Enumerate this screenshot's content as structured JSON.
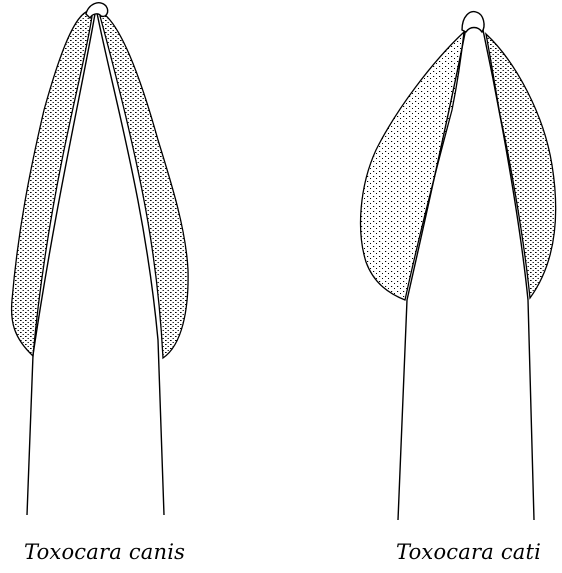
{
  "figure": {
    "specimens": [
      {
        "id": "canis",
        "label": "Toxocara canis"
      },
      {
        "id": "cati",
        "label": "Toxocara cati"
      }
    ],
    "colors": {
      "background": "#ffffff",
      "line": "#000000",
      "stipple": "#000000"
    }
  }
}
